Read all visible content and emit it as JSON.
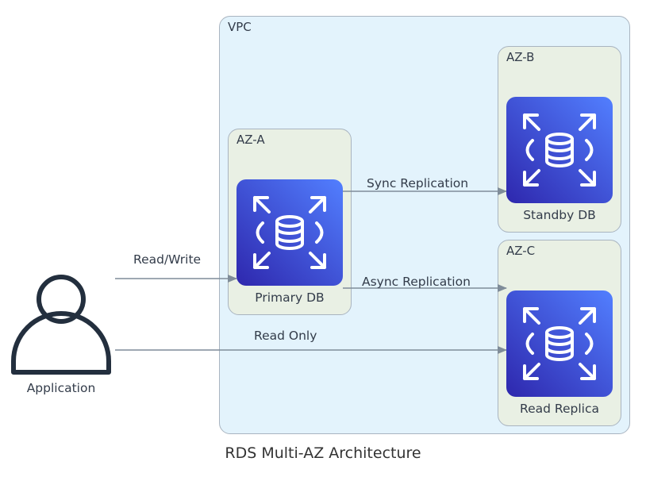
{
  "title": "RDS Multi-AZ Architecture",
  "groups": {
    "vpc": "VPC",
    "az_a": "AZ-A",
    "az_b": "AZ-B",
    "az_c": "AZ-C"
  },
  "nodes": {
    "application": "Application",
    "primary": "Primary DB",
    "standby": "Standby DB",
    "replica": "Read Replica"
  },
  "edges": {
    "read_write": "Read/Write",
    "sync": "Sync Replication",
    "async": "Async Replication",
    "read_only": "Read Only"
  },
  "icons": {
    "application": "user-icon",
    "database": "rds-database-icon"
  },
  "colors": {
    "rds_gradient_start": "#2e27ad",
    "rds_gradient_end": "#527fff",
    "vpc_fill": "#e3f3fc",
    "az_fill": "#e9f0e4",
    "edge": "#7f8c99",
    "user_icon": "#232f3e"
  }
}
